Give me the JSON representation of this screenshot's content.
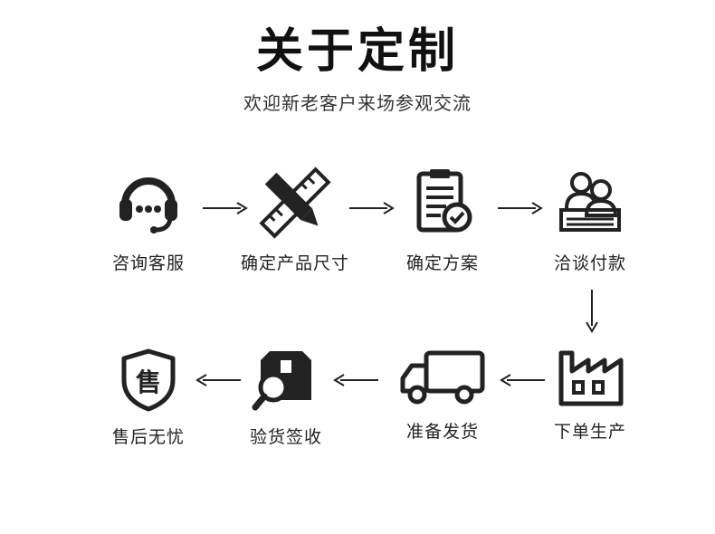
{
  "header": {
    "title": "关于定制",
    "subtitle": "欢迎新老客户来场参观交流"
  },
  "colors": {
    "icon": "#222222",
    "arrow": "#222222"
  },
  "steps": [
    {
      "label": "咨询客服",
      "icon": "headset-icon"
    },
    {
      "label": "确定产品尺寸",
      "icon": "pencil-ruler-icon"
    },
    {
      "label": "确定方案",
      "icon": "clipboard-check-icon"
    },
    {
      "label": "洽谈付款",
      "icon": "people-meeting-icon"
    },
    {
      "label": "下单生产",
      "icon": "factory-icon"
    },
    {
      "label": "准备发货",
      "icon": "truck-icon"
    },
    {
      "label": "验货签收",
      "icon": "box-inspect-icon"
    },
    {
      "label": "售后无忧",
      "icon": "shield-shou-icon"
    }
  ],
  "shield_glyph": "售"
}
